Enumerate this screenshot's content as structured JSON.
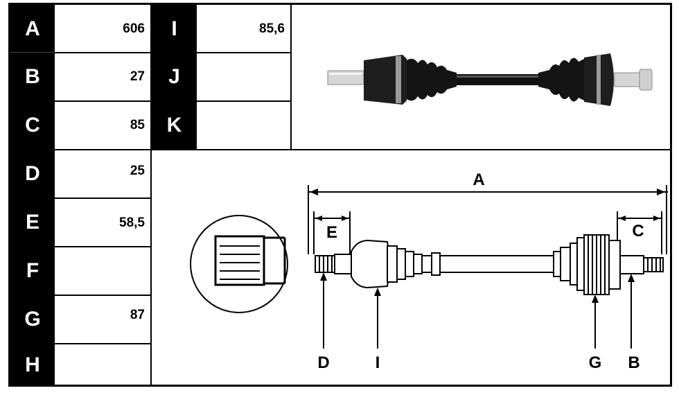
{
  "table_left": [
    {
      "key": "A",
      "value": "606"
    },
    {
      "key": "B",
      "value": "27"
    },
    {
      "key": "C",
      "value": "85"
    },
    {
      "key": "D",
      "value": "25"
    },
    {
      "key": "E",
      "value": "58,5"
    },
    {
      "key": "F",
      "value": ""
    },
    {
      "key": "G",
      "value": "87"
    },
    {
      "key": "H",
      "value": ""
    }
  ],
  "table_right": [
    {
      "key": "I",
      "value": "85,6"
    },
    {
      "key": "J",
      "value": ""
    },
    {
      "key": "K",
      "value": ""
    }
  ],
  "diagram_labels": {
    "A": "A",
    "B": "B",
    "C": "C",
    "D": "D",
    "E": "E",
    "G": "G",
    "I": "I"
  },
  "colors": {
    "ink": "#000000",
    "paper": "#ffffff",
    "rubber": "#1a1a1a",
    "metal": "#c8c8c8"
  }
}
